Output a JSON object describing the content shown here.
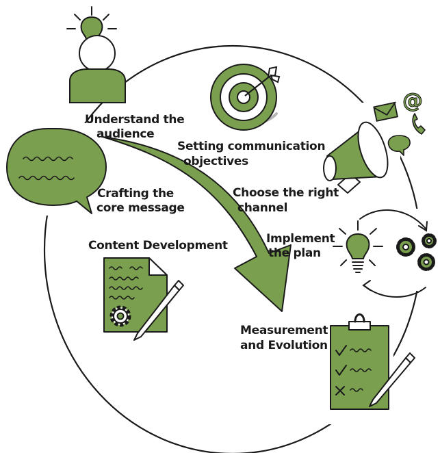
{
  "colors": {
    "green": "#7a9f4f",
    "outline": "#1a1a1a",
    "background": "#ffffff"
  },
  "steps": [
    {
      "id": "audience",
      "lines": [
        "Understand the",
        "audience"
      ],
      "icon": "person-lightbulb-icon"
    },
    {
      "id": "objectives",
      "lines": [
        "Setting communication",
        "objectives"
      ],
      "icon": "target-icon"
    },
    {
      "id": "message",
      "lines": [
        "Crafting the",
        "core message"
      ],
      "icon": "speech-bubble-icon"
    },
    {
      "id": "channel",
      "lines": [
        "Choose the right",
        "channel"
      ],
      "icon": "megaphone-icon"
    },
    {
      "id": "content",
      "lines": [
        "Content Development"
      ],
      "icon": "document-pen-icon"
    },
    {
      "id": "implement",
      "lines": [
        "Implement",
        "the plan"
      ],
      "icon": "lightbulb-gears-icon"
    },
    {
      "id": "measure",
      "lines": [
        "Measurement",
        "and Evolution"
      ],
      "icon": "clipboard-checklist-icon"
    }
  ],
  "channel_icons": [
    "envelope-icon",
    "at-sign-icon",
    "phone-icon",
    "chat-bubble-icon"
  ],
  "at_sign": "@"
}
